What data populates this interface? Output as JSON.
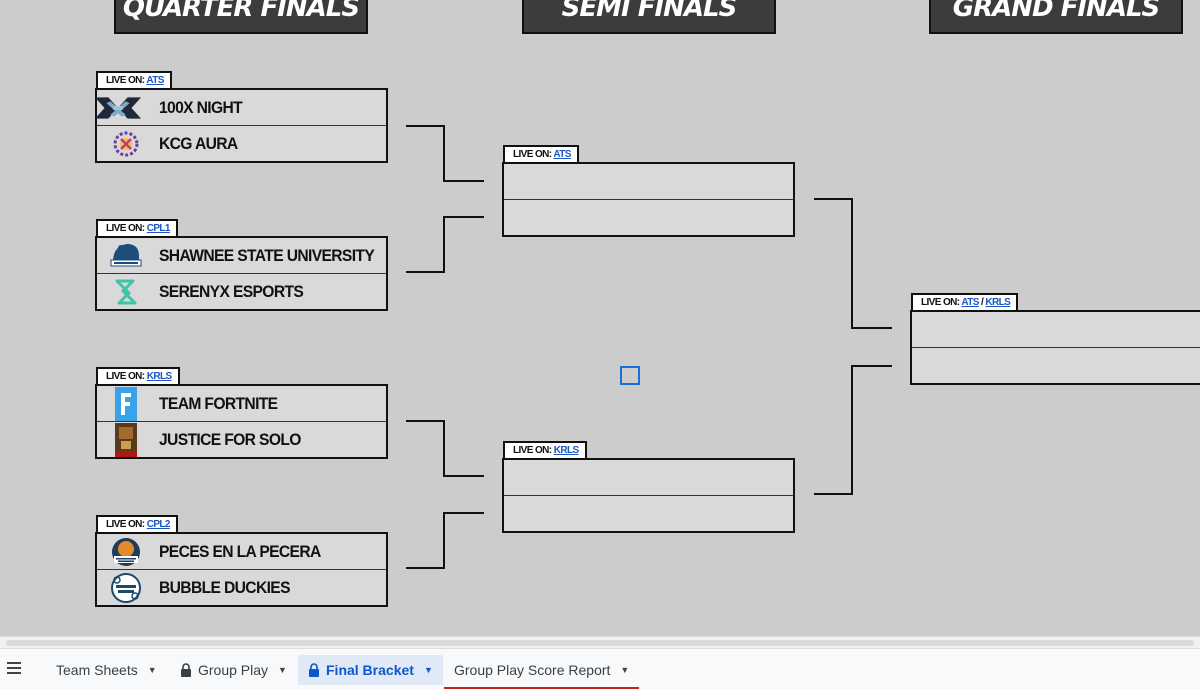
{
  "stages": {
    "quarter": "QUARTER FINALS",
    "semi": "SEMI FINALS",
    "grand": "GRAND FINALS"
  },
  "live_prefix": "LIVE ON:",
  "quarterfinals": [
    {
      "channel": "ATS",
      "teams": [
        {
          "name": "100X NIGHT",
          "logo": "100x-logo"
        },
        {
          "name": "KCG AURA",
          "logo": "kcg-aura-logo"
        }
      ]
    },
    {
      "channel": "CPL1",
      "teams": [
        {
          "name": "SHAWNEE STATE UNIVERSITY",
          "logo": "shawnee-bear-logo"
        },
        {
          "name": "SERENYX ESPORTS",
          "logo": "serenyx-logo"
        }
      ]
    },
    {
      "channel": "KRLS",
      "teams": [
        {
          "name": "TEAM FORTNITE",
          "logo": "fortnite-f-logo"
        },
        {
          "name": "JUSTICE FOR SOLO",
          "logo": "justice-for-solo-logo"
        }
      ]
    },
    {
      "channel": "CPL2",
      "teams": [
        {
          "name": "PECES EN LA PECERA",
          "logo": "peces-logo"
        },
        {
          "name": "BUBBLE DUCKIES",
          "logo": "bubble-duckies-logo"
        }
      ]
    }
  ],
  "semifinals": [
    {
      "channel": "ATS"
    },
    {
      "channel": "KRLS"
    }
  ],
  "grandfinal": {
    "channel_a": "ATS",
    "separator": " / ",
    "channel_b": "KRLS"
  },
  "tabs": [
    {
      "label": "Team Sheets",
      "locked": false,
      "active": false
    },
    {
      "label": "Group Play",
      "locked": true,
      "active": false
    },
    {
      "label": "Final Bracket",
      "locked": true,
      "active": true
    },
    {
      "label": "Group Play Score Report",
      "locked": false,
      "active": false
    }
  ],
  "colors": {
    "background": "#cccccc",
    "header_bg": "#3c3c3c",
    "slot_bg": "#d9d9d9",
    "link": "#1a56c4",
    "active_tab": "#0b57d0",
    "tab_accent": "#c5221f"
  }
}
